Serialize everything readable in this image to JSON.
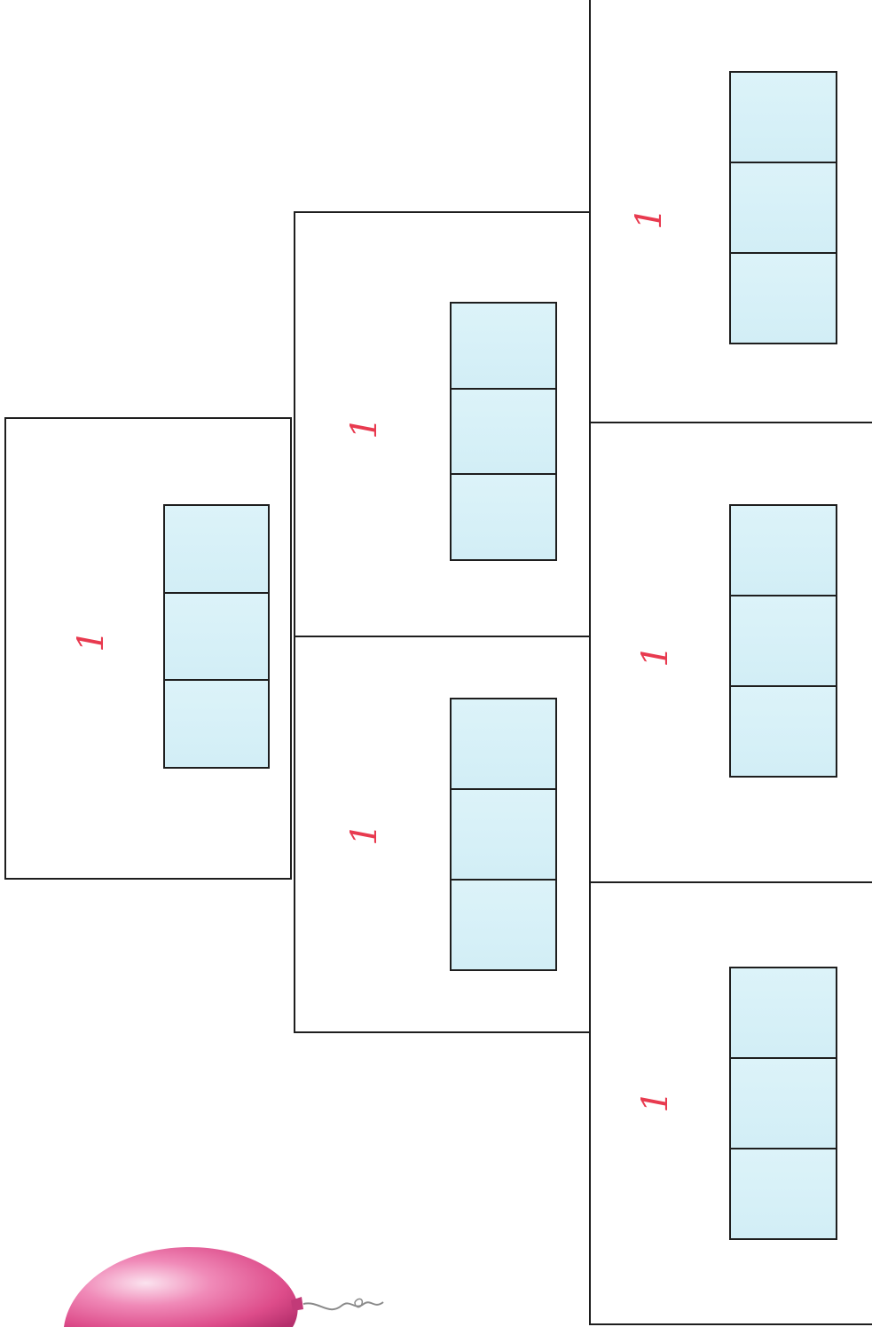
{
  "cards": [
    {
      "label": "1",
      "cells": 3
    },
    {
      "label": "1",
      "cells": 3
    },
    {
      "label": "1",
      "cells": 3
    },
    {
      "label": "1",
      "cells": 3
    },
    {
      "label": "1",
      "cells": 3
    },
    {
      "label": "1",
      "cells": 3
    }
  ],
  "colors": {
    "number": "#e83a4f",
    "strip_fill": "#d6f1f8",
    "border": "#1e1e1e",
    "balloon": "#e0508a"
  },
  "decoration": {
    "icon": "pink-balloon-icon"
  }
}
